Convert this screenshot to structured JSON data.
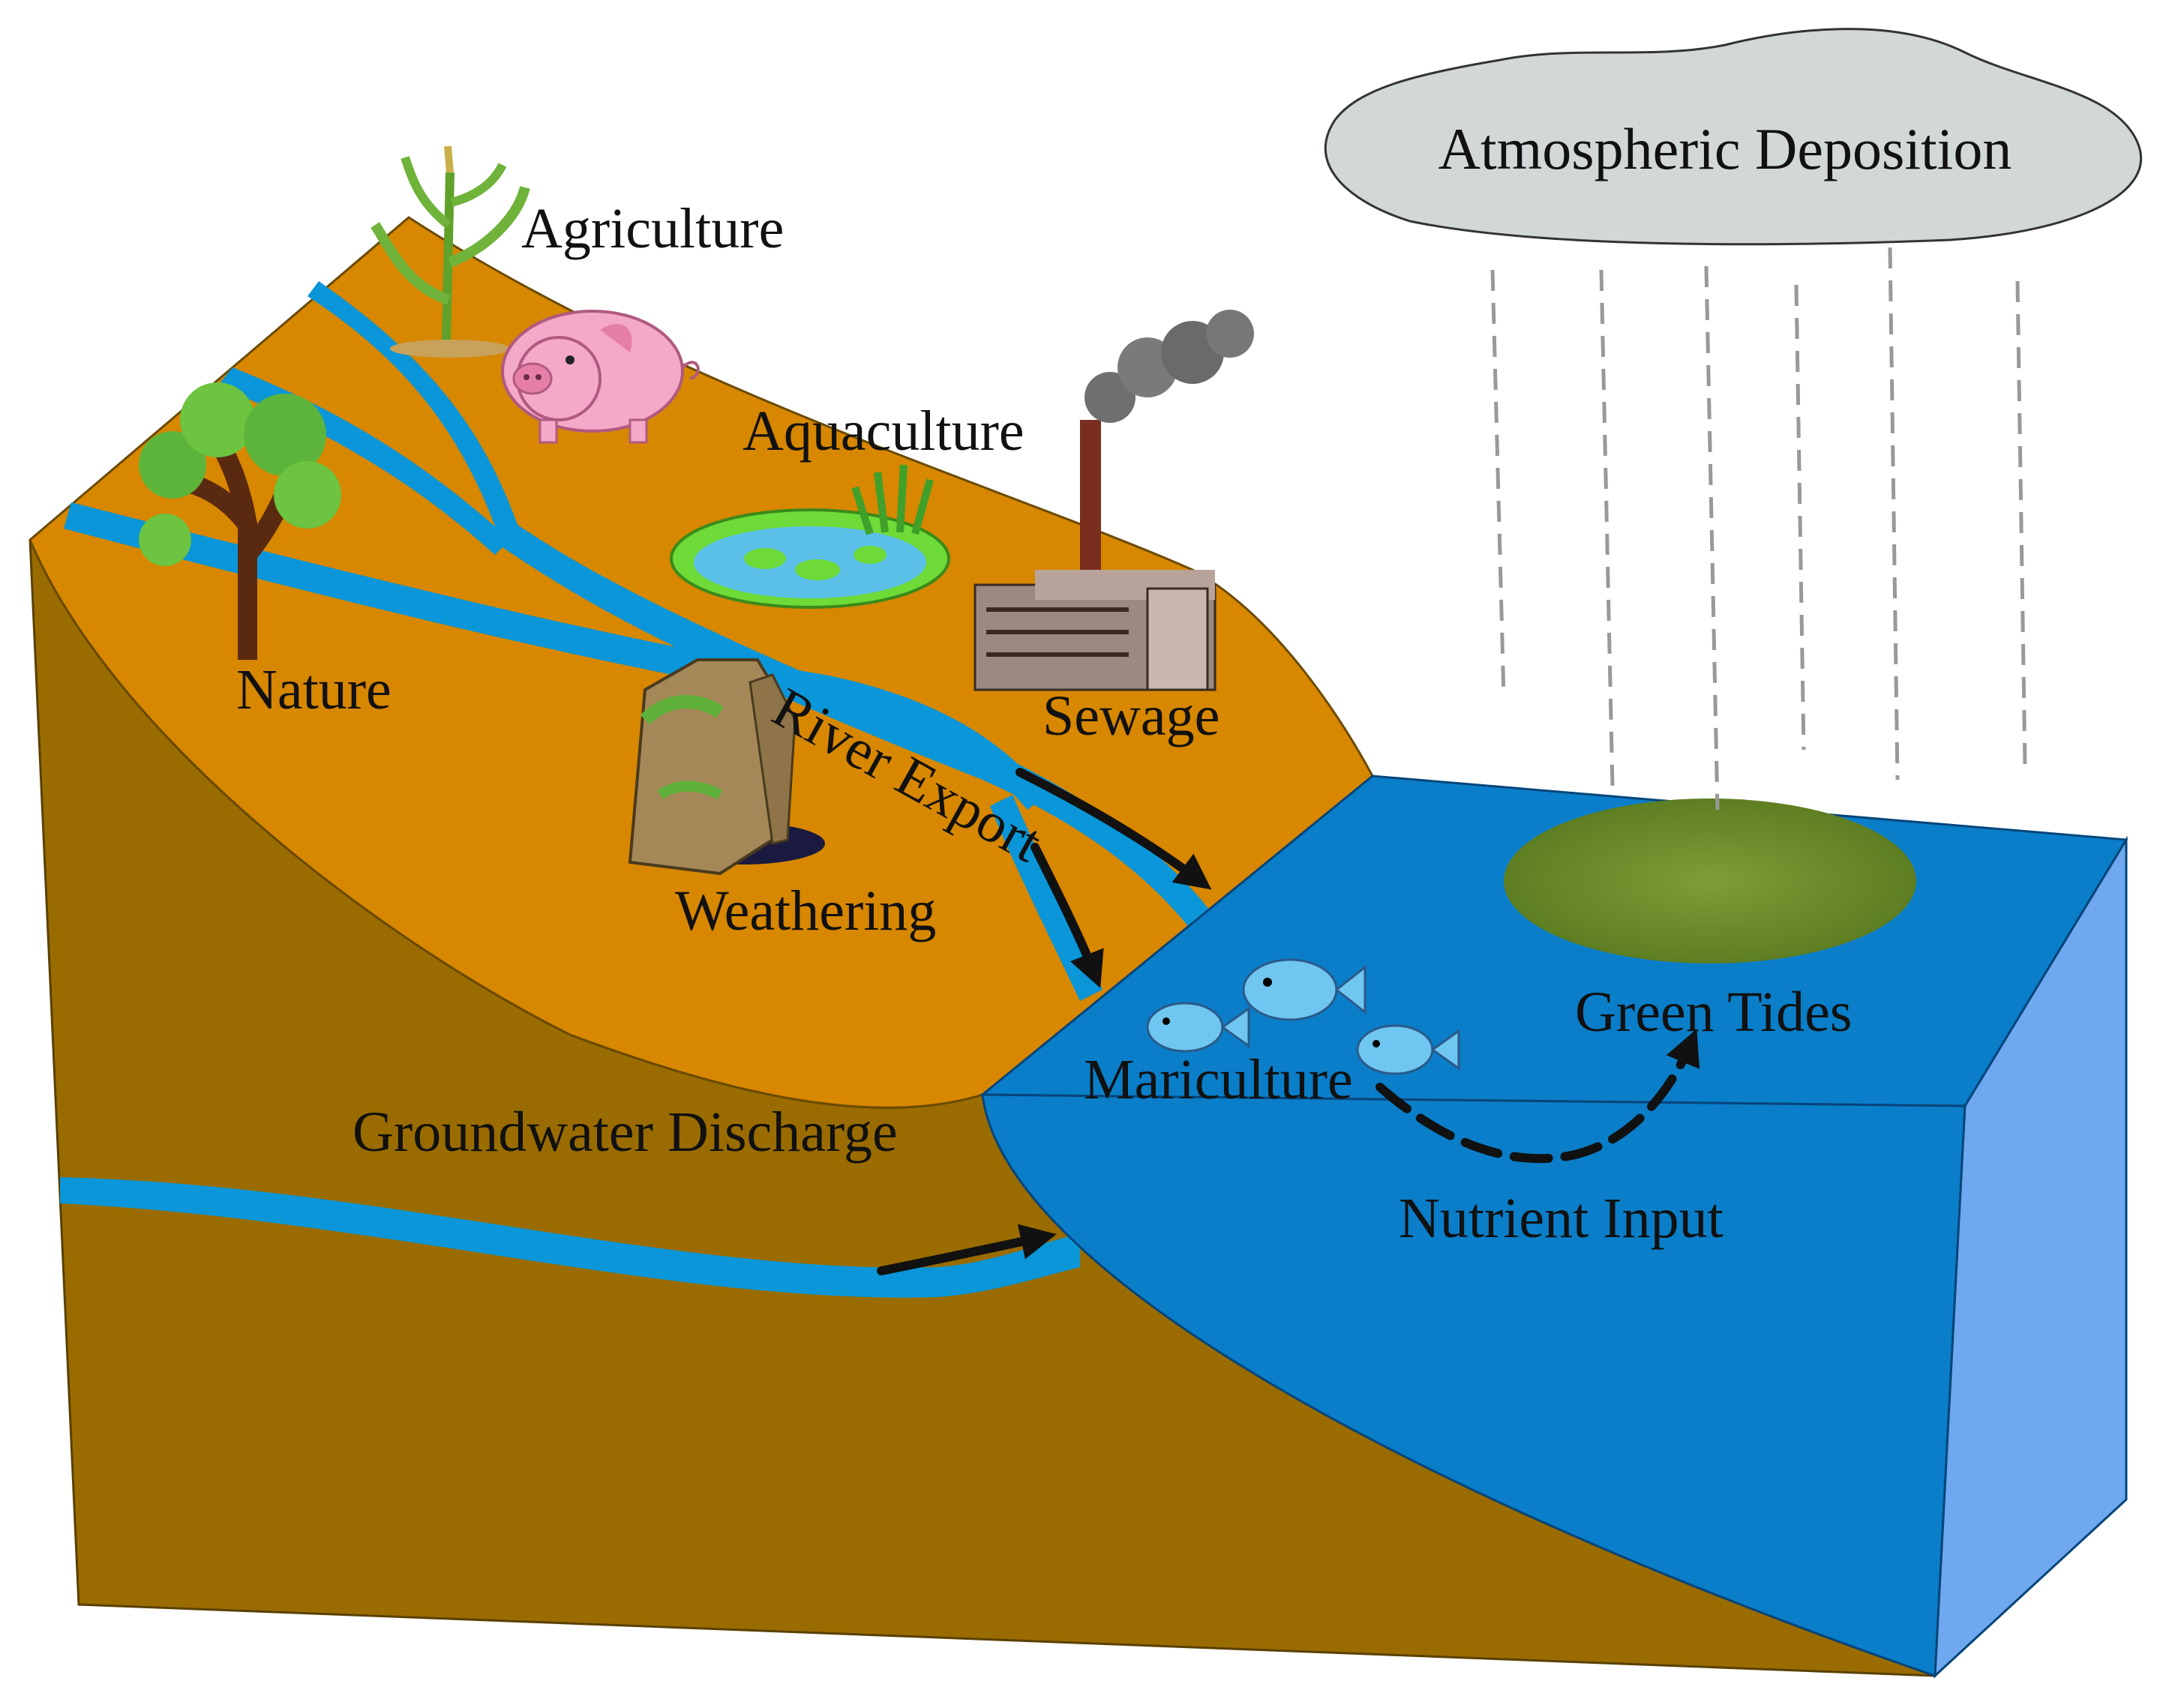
{
  "labels": {
    "atmospheric_deposition": "Atmospheric Deposition",
    "agriculture": "Agriculture",
    "aquaculture": "Aquaculture",
    "nature": "Nature",
    "sewage": "Sewage",
    "river_export": "River Export",
    "weathering": "Weathering",
    "mariculture": "Mariculture",
    "green_tides": "Green Tides",
    "groundwater_discharge": "Groundwater Discharge",
    "nutrient_input": "Nutrient Input"
  },
  "colors": {
    "land_top": "#D78700",
    "land_side": "#9A6C00",
    "river": "#0A96D8",
    "sea_top": "#0A7EC8",
    "sea_side": "#6FA8EE",
    "cloud": "#D2D7D8",
    "algae": "#6E8E2E"
  }
}
